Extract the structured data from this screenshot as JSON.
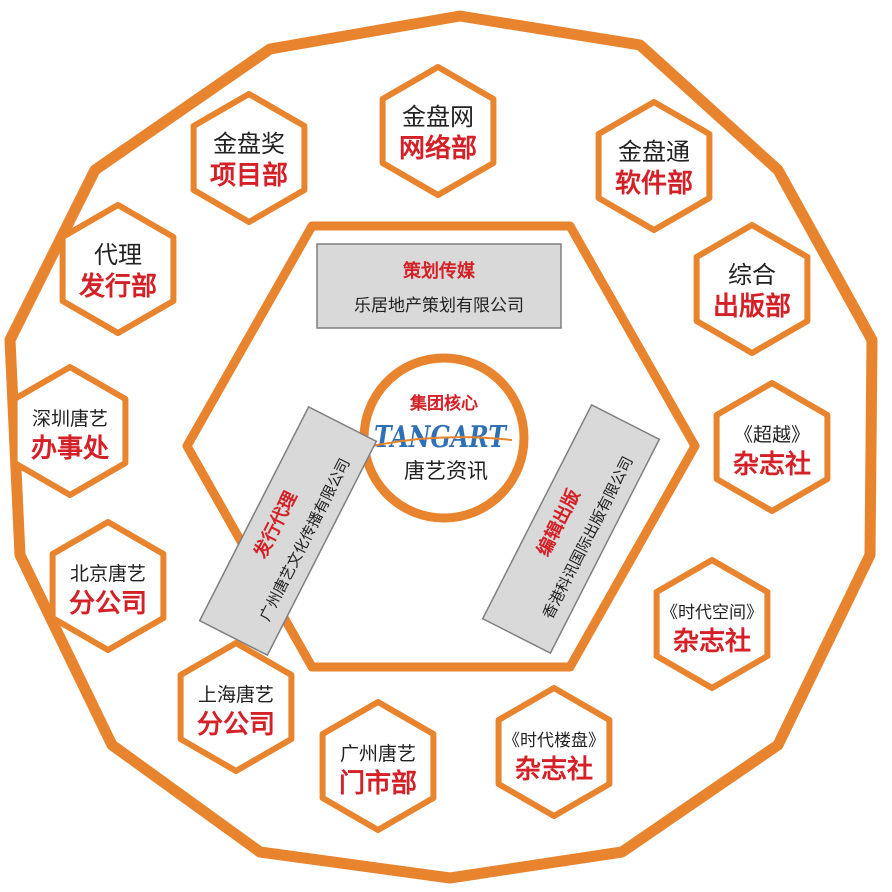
{
  "colors": {
    "orange": "#e8832e",
    "red": "#d42027",
    "box_fill": "#d9d9d9",
    "box_stroke": "#7f7f7f",
    "text_dark": "#222222",
    "brand_blue": "#2f6fb5"
  },
  "center": {
    "title": "集团核心",
    "brand_en": "TANGART",
    "brand_cn": "唐艺资讯"
  },
  "boxes": {
    "top": {
      "title": "策划传媒",
      "company": "乐居地产策划有限公司"
    },
    "left": {
      "title": "发行代理",
      "company": "广州唐艺文化传播有限公司"
    },
    "right": {
      "title": "编辑出版",
      "company": "香港科讯国际出版有限公司"
    }
  },
  "units": [
    {
      "id": "jinpanwang",
      "line1": "金盘网",
      "line2": "网络部"
    },
    {
      "id": "jinpantong",
      "line1": "金盘通",
      "line2": "软件部"
    },
    {
      "id": "zonghe",
      "line1": "综合",
      "line2": "出版部"
    },
    {
      "id": "chaoyue",
      "line1": "《超越》",
      "line2": "杂志社"
    },
    {
      "id": "shidaikongjian",
      "line1": "《时代空间》",
      "line2": "杂志社"
    },
    {
      "id": "shidailoupan",
      "line1": "《时代楼盘》",
      "line2": "杂志社"
    },
    {
      "id": "guangzhou",
      "line1": "广州唐艺",
      "line2": "门市部"
    },
    {
      "id": "shanghai",
      "line1": "上海唐艺",
      "line2": "分公司"
    },
    {
      "id": "beijing",
      "line1": "北京唐艺",
      "line2": "分公司"
    },
    {
      "id": "shenzhen",
      "line1": "深圳唐艺",
      "line2": "办事处"
    },
    {
      "id": "daili",
      "line1": "代理",
      "line2": "发行部"
    },
    {
      "id": "jinpanjiang",
      "line1": "金盘奖",
      "line2": "项目部"
    }
  ]
}
